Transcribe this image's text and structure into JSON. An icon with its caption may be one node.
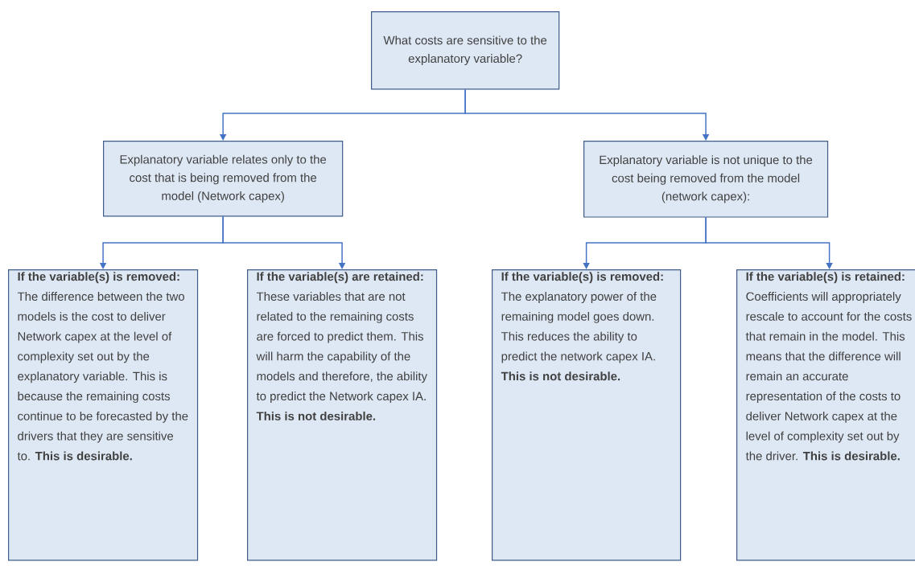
{
  "diagram": {
    "nodes": [
      {
        "text": [
          "What costs are sensitive to the explanatory variable?"
        ]
      },
      {
        "text": [
          "Explanatory variable relates only to the cost that is being removed from the model (Network capex)"
        ]
      },
      {
        "text": [
          "Explanatory variable is not unique to the cost being removed from the model (network capex):"
        ]
      },
      {
        "text": [
          "**If the variable(s) is removed:** The difference between the two models is the cost to deliver Network capex at the level of complexity set out by the explanatory variable. This is because the remaining costs continue to be forecasted by the drivers that they are sensitive to. **This is desirable.**"
        ]
      },
      {
        "text": [
          "**If the variable(s) are retained:** These variables that are not related to the remaining costs are forced to predict them. This will harm the capability of the models and therefore, the ability to predict the Network capex IA. **This is not desirable.**"
        ]
      },
      {
        "text": [
          "**If the variable(s) is removed:** The explanatory power of the remaining model goes down. This reduces the ability to predict the network capex IA. **This is not desirable.**"
        ]
      },
      {
        "text": [
          "**If the variable(s) is retained:** Coefficients will appropriately rescale to account for the costs that remain in the model. This means that the difference will remain an accurate representation of the costs to deliver Network capex at the level of complexity set out by the driver. **This is desirable.**"
        ]
      }
    ],
    "edges": [
      {
        "from": 0,
        "to": 1,
        "arrow": "to"
      },
      {
        "from": 0,
        "to": 2,
        "arrow": "to"
      },
      {
        "from": 1,
        "to": 3,
        "arrow": "to"
      },
      {
        "from": 1,
        "to": 4,
        "arrow": "to"
      },
      {
        "from": 2,
        "to": 5,
        "arrow": "to"
      },
      {
        "from": 2,
        "to": 6,
        "arrow": "to"
      }
    ]
  }
}
